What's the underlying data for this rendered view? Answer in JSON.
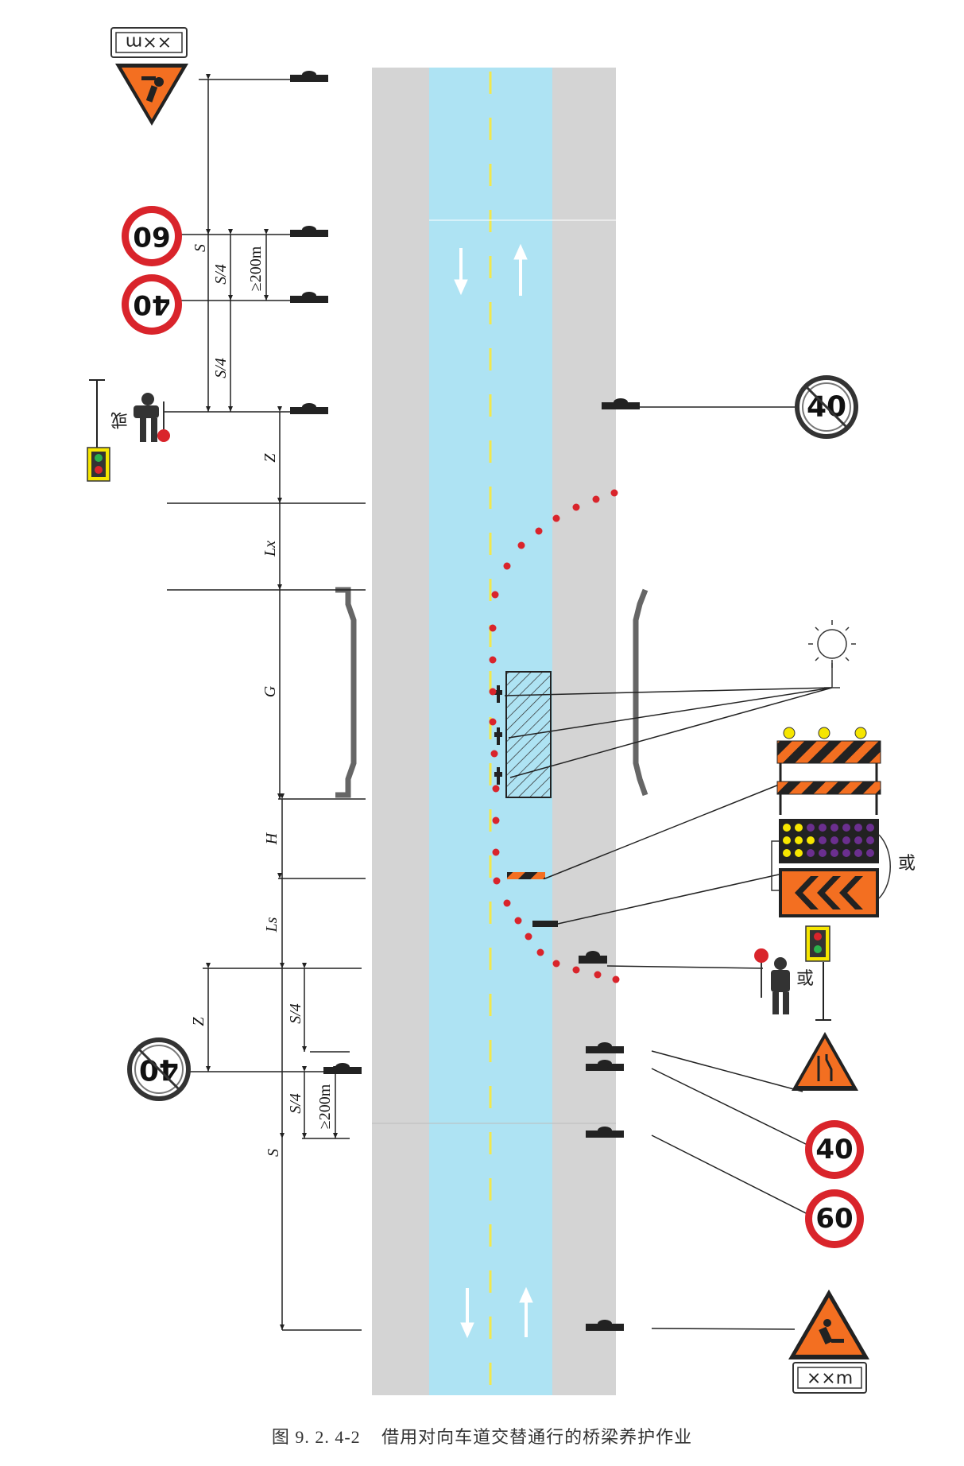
{
  "caption": {
    "figure_number": "图 9. 2. 4-2",
    "title": "借用对向车道交替通行的桥梁养护作业"
  },
  "colors": {
    "road": "#aee3f3",
    "shoulder": "#d4d4d4",
    "center_line": "#f2e84c",
    "cone": "#d9242b",
    "sign_red": "#d9242b",
    "sign_orange": "#f36f21",
    "dim_line": "#222222"
  },
  "signs": {
    "distance_plate_top": "××m",
    "distance_plate_bottom": "××m",
    "speed_60_top": "60",
    "speed_40_top": "40",
    "speed_end40_right": "40",
    "speed_end40_left": "40",
    "speed_40_bottom": "40",
    "speed_60_bottom": "60",
    "or_label_flagger_top": "或",
    "or_label_arrow_board": "或",
    "or_label_flagger_bottom": "或"
  },
  "dimensions": {
    "S_top": "S",
    "S4_a": "S/4",
    "ge200_top": "≥200m",
    "S4_b": "S/4",
    "Z_top": "Z",
    "Lx": "Lx",
    "G": "G",
    "H": "H",
    "Ls": "Ls",
    "Z_bottom": "Z",
    "S4_c": "S/4",
    "S4_d": "S/4",
    "ge200_bottom": "≥200m",
    "S_bottom": "S"
  }
}
